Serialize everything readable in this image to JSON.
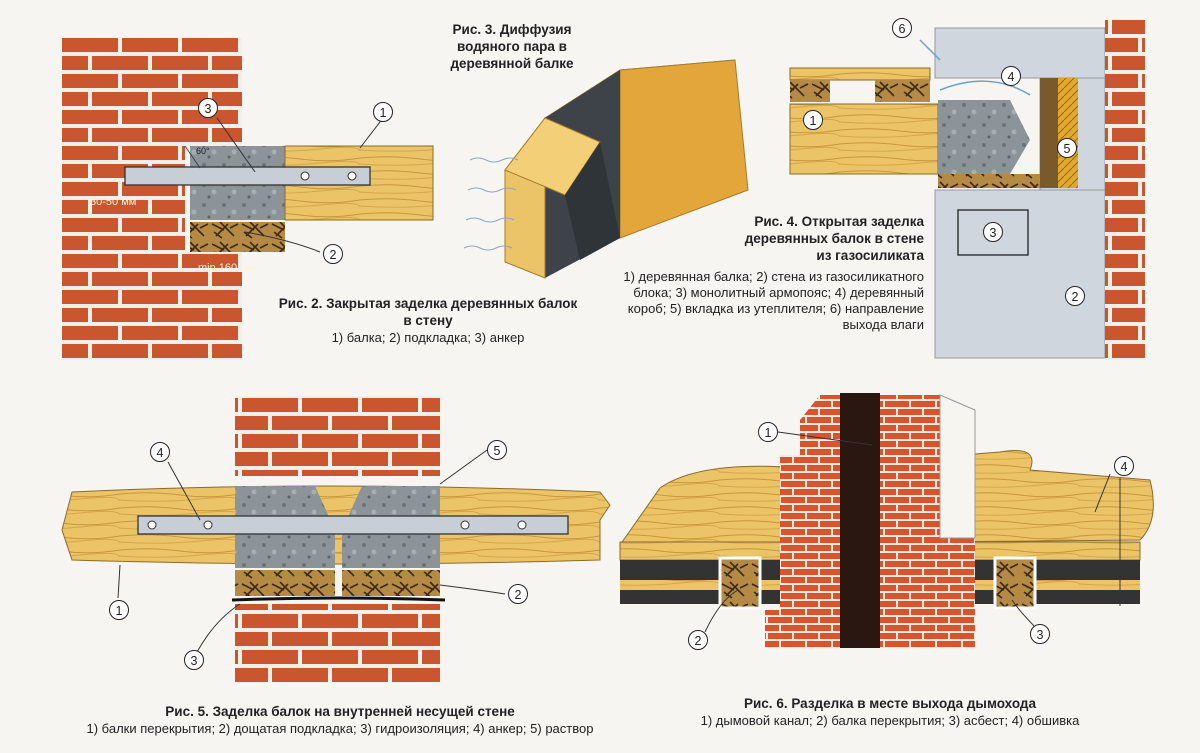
{
  "colors": {
    "brick": "#c9562e",
    "mortar": "#f2efe9",
    "wood": "#e7b54c",
    "pad": "#7a5a2a",
    "concrete": "#8d9499",
    "block": "#cfd6de",
    "insulation": "#e0a92e",
    "black": "#2b2b2b"
  },
  "fig2": {
    "caption_title": "Рис. 2. Закрытая заделка деревянных балок в стену",
    "caption_sub": "1) балка; 2) подкладка; 3) анкер",
    "dim_gap": "30-50 мм",
    "dim_min": "min 160 мм",
    "angle": "60°",
    "callouts": [
      "1",
      "2",
      "3"
    ]
  },
  "fig3": {
    "caption_title": "Рис. 3. Диффузия водяного пара в деревянной балке"
  },
  "fig4": {
    "caption_title": "Рис. 4. Открытая заделка деревянных балок в стене из газосиликата",
    "caption_sub": "1) деревянная балка; 2) стена из газосиликатного блока; 3) монолитный армопояс; 4) деревянный короб; 5) вкладка из утеплителя; 6) направление выхода влаги",
    "callouts": [
      "1",
      "2",
      "3",
      "4",
      "5",
      "6"
    ]
  },
  "fig5": {
    "caption_title": "Рис. 5. Заделка балок на внутренней несущей стене",
    "caption_sub": "1) балки перекрытия; 2) дощатая подкладка; 3) гидроизоляция; 4) анкер; 5) раствор",
    "callouts": [
      "1",
      "2",
      "3",
      "4",
      "5"
    ]
  },
  "fig6": {
    "caption_title": "Рис. 6. Разделка в месте выхода дымохода",
    "caption_sub": "1) дымовой канал; 2) балка перекрытия; 3) асбест; 4) обшивка",
    "callouts": [
      "1",
      "2",
      "3",
      "4"
    ]
  }
}
